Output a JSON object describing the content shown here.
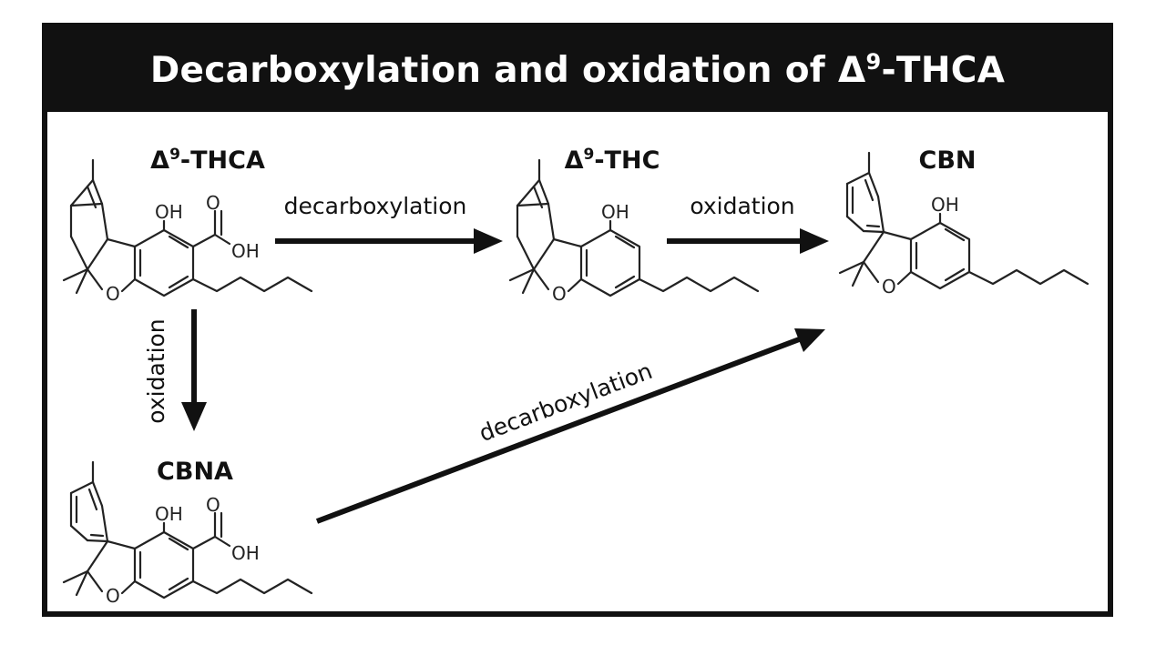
{
  "title": {
    "text_before": "Decarboxylation and oxidation of Δ",
    "sup": "9",
    "text_after": "-THCA"
  },
  "compounds": {
    "thca": {
      "prefix": "Δ",
      "sup": "9",
      "suffix": "-THCA"
    },
    "thc": {
      "prefix": "Δ",
      "sup": "9",
      "suffix": "-THC"
    },
    "cbn": {
      "name": "CBN"
    },
    "cbna": {
      "name": "CBNA"
    }
  },
  "atoms": {
    "oh": "OH",
    "o": "O"
  },
  "steps": {
    "thca_to_thc": "decarboxylation",
    "thc_to_cbn": "oxidation",
    "thca_to_cbna": "oxidation",
    "cbna_to_cbn": "decarboxylation"
  }
}
